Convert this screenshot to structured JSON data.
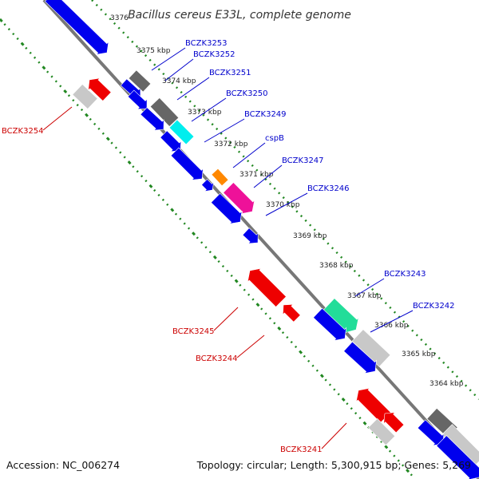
{
  "title": "Bacillus cereus E33L, complete genome",
  "footer": {
    "accession": "Accession: NC_006274",
    "topology": "Topology: circular; Length: 5,300,915 bp; Genes: 5,269"
  },
  "colors": {
    "forward_cds": "#0000ee",
    "reverse_cds": "#ee0000",
    "grey": "#c8c8c8",
    "dark_grey": "#666666",
    "cyan": "#00eeee",
    "orange": "#ff8800",
    "magenta": "#ee1199",
    "teal": "#22dd99",
    "backbone": "#777777",
    "tick": "#228822",
    "forward_label": "#0000cc",
    "reverse_label": "#cc0000"
  },
  "scale_labels": [
    "3376",
    "3375 kbp",
    "3374 kbp",
    "3373 kbp",
    "3372 kbp",
    "3371 kbp",
    "3370 kbp",
    "3369 kbp",
    "3368 kbp",
    "3367 kbp",
    "3366 kbp",
    "3365 kbp",
    "3364 kbp"
  ],
  "forward_labels": [
    "BCZK3253",
    "BCZK3252",
    "BCZK3251",
    "BCZK3250",
    "BCZK3249",
    "cspB",
    "BCZK3247",
    "BCZK3246",
    "BCZK3243",
    "BCZK3242"
  ],
  "reverse_labels": [
    "BCZK3254",
    "BCZK3245",
    "BCZK3244",
    "BCZK3241"
  ]
}
